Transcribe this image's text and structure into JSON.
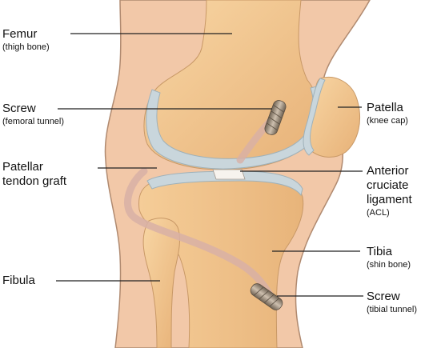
{
  "labels": {
    "femur": {
      "name": "Femur",
      "note": "(thigh bone)"
    },
    "screw_femoral": {
      "name": "Screw",
      "note": "(femoral tunnel)"
    },
    "graft": {
      "line1": "Patellar",
      "line2": "tendon graft"
    },
    "fibula": {
      "name": "Fibula"
    },
    "patella": {
      "name": "Patella",
      "note": "(knee cap)"
    },
    "acl": {
      "line1": "Anterior",
      "line2": "cruciate",
      "line3": "ligament",
      "note": "(ACL)"
    },
    "tibia": {
      "name": "Tibia",
      "note": "(shin bone)"
    },
    "screw_tibial": {
      "name": "Screw",
      "note": "(tibial tunnel)"
    }
  },
  "colors": {
    "skin": "#f2c8a8",
    "outline": "#b08a70",
    "bone": "#f4c790",
    "bone_shade": "#e6ad72",
    "cartilage": "#c9d6dc",
    "graft": "#d8b0a6",
    "screw": "#9c8b78",
    "leader": "#222222"
  }
}
